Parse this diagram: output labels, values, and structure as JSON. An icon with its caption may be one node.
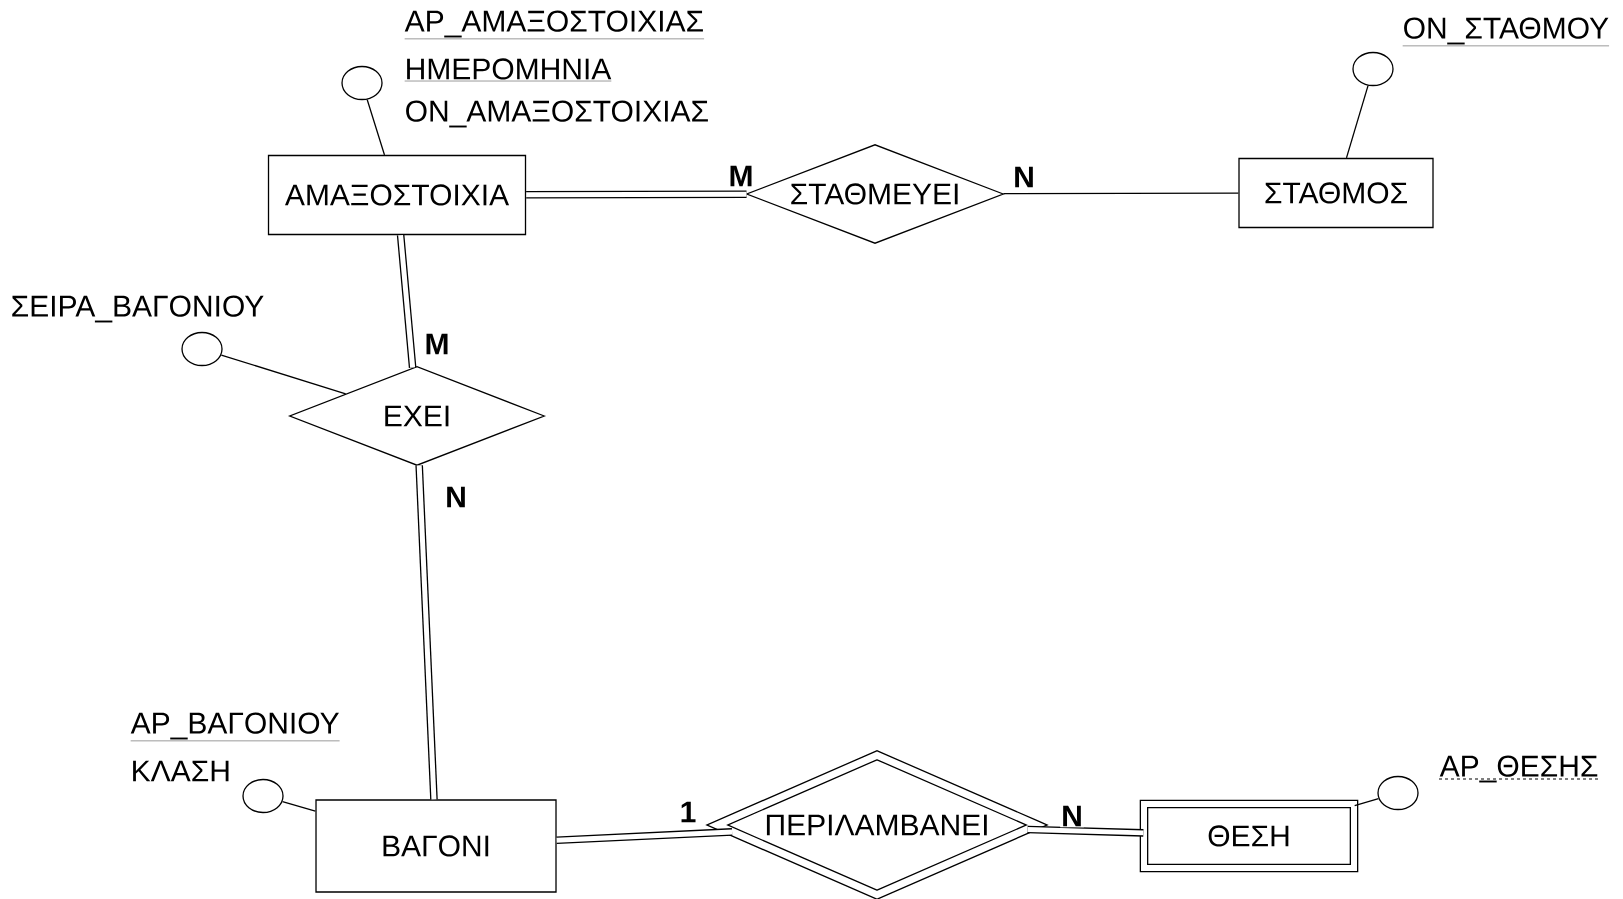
{
  "diagram": {
    "nodes": [
      {
        "text": [
          "ΑΜΑΞΟΣΤΟΙΧΙΑ"
        ]
      },
      {
        "text": [
          "ΣΤΑΘΜΕΥΕΙ"
        ]
      },
      {
        "text": [
          "ΣΤΑΘΜΟΣ"
        ]
      },
      {
        "text": [
          "ΕΧΕΙ"
        ]
      },
      {
        "text": [
          "ΒΑΓΟΝΙ"
        ]
      },
      {
        "text": [
          "ΠΕΡΙΛΑΜΒΑΝΕΙ"
        ]
      },
      {
        "text": [
          "ΘΕΣΗ"
        ]
      },
      {
        "text": [],
        "shape": "circle",
        "beside": [
          "ΑΡ_ΑΜΑΞΟΣΤΟΙΧΙΑΣ",
          "ΗΜΕΡΟΜΗΝΙΑ",
          "ΟΝ_ΑΜΑΞΟΣΤΟΙΧΙΑΣ"
        ]
      },
      {
        "text": [],
        "shape": "circle",
        "beside": [
          "ΟΝ_ΣΤΑΘΜΟΥ"
        ]
      },
      {
        "text": [],
        "shape": "circle",
        "beside": [
          "ΣΕΙΡΑ_ΒΑΓΟΝΙΟΥ"
        ]
      },
      {
        "text": [],
        "shape": "circle",
        "beside": [
          "ΑΡ_ΒΑΓΟΝΙΟΥ",
          "ΚΛΑΣΗ"
        ]
      },
      {
        "text": [],
        "shape": "circle",
        "beside": [
          "ΑΡ_ΘΕΣΗΣ"
        ]
      }
    ],
    "edges": [
      {
        "from": 0,
        "to": 1,
        "arrow": "none",
        "label": "M",
        "style": "thick"
      },
      {
        "from": 1,
        "to": 2,
        "arrow": "none",
        "label": "N"
      },
      {
        "from": 0,
        "to": 3,
        "arrow": "none",
        "label": "M",
        "style": "thick"
      },
      {
        "from": 3,
        "to": 4,
        "arrow": "none",
        "label": "N",
        "style": "thick"
      },
      {
        "from": 4,
        "to": 5,
        "arrow": "none",
        "label": "1",
        "style": "thick"
      },
      {
        "from": 5,
        "to": 6,
        "arrow": "none",
        "label": "N",
        "style": "thick"
      },
      {
        "from": 7,
        "to": 0,
        "arrow": "none"
      },
      {
        "from": 8,
        "to": 2,
        "arrow": "none"
      },
      {
        "from": 9,
        "to": 3,
        "arrow": "none"
      },
      {
        "from": 10,
        "to": 4,
        "arrow": "none"
      },
      {
        "from": 11,
        "to": 6,
        "arrow": "none"
      }
    ]
  }
}
